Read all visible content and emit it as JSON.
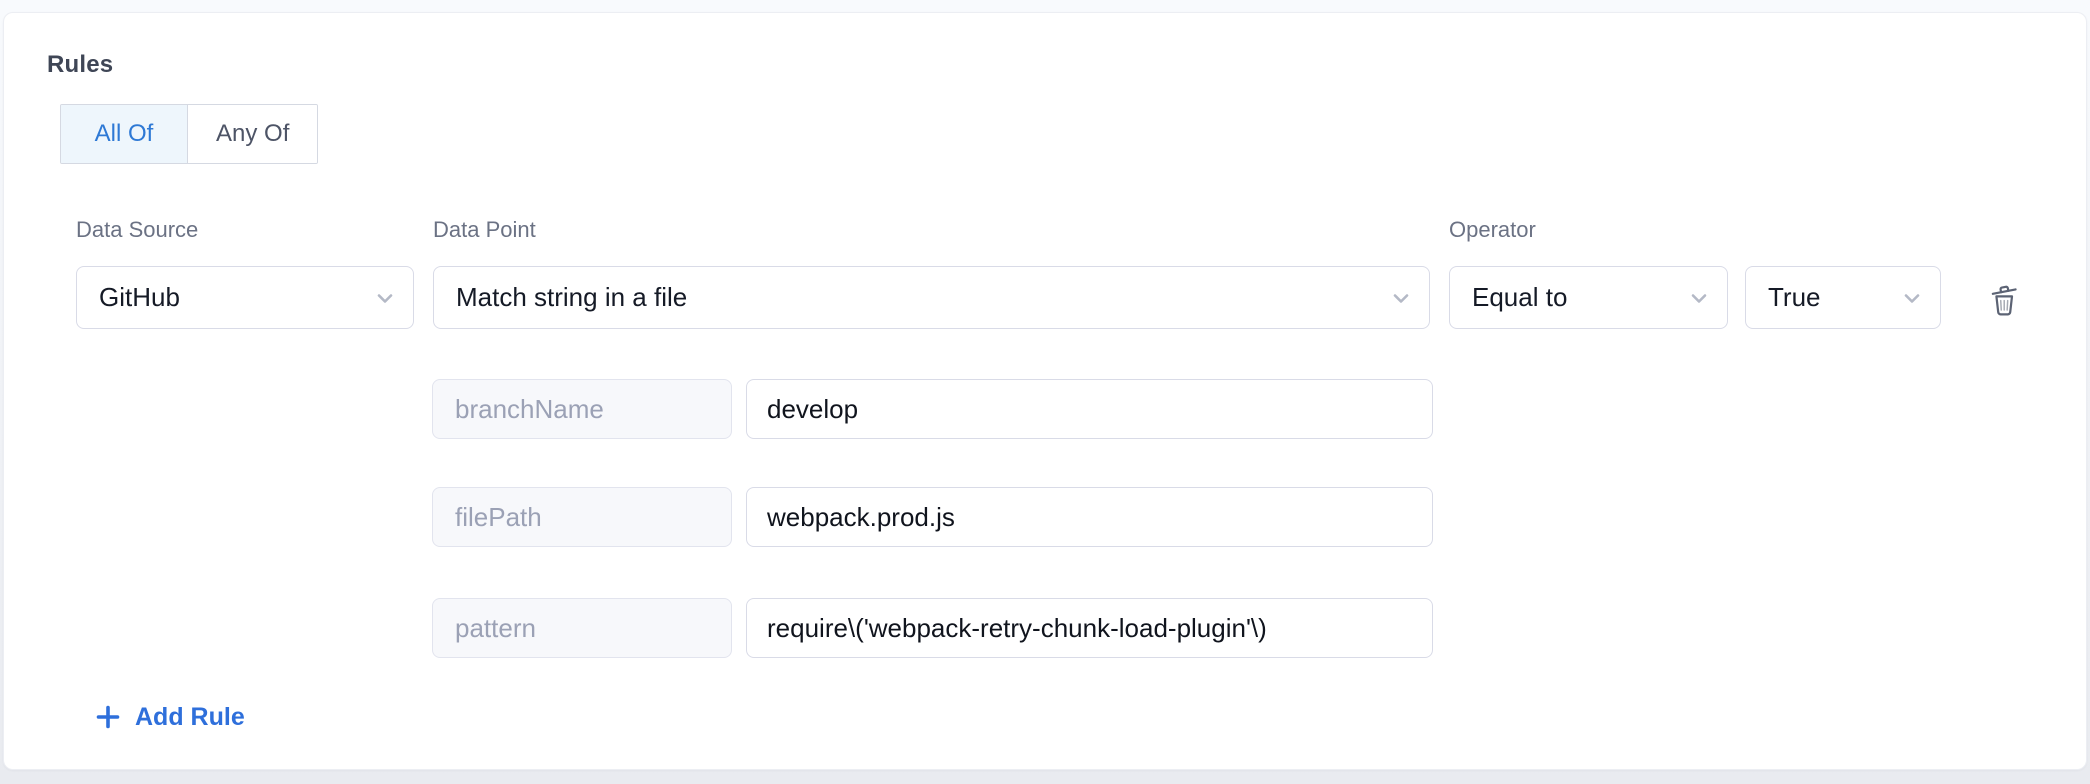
{
  "panel": {
    "title": "Rules"
  },
  "match_mode": {
    "all_of": "All Of",
    "any_of": "Any Of",
    "selected": "All Of"
  },
  "rule": {
    "data_source_label": "Data Source",
    "data_source_value": "GitHub",
    "data_point_label": "Data Point",
    "data_point_value": "Match string in a file",
    "operator_label": "Operator",
    "operator_value": "Equal to",
    "operand_value": "True",
    "params": [
      {
        "key": "branchName",
        "value": "develop"
      },
      {
        "key": "filePath",
        "value": "webpack.prod.js"
      },
      {
        "key": "pattern",
        "value": "require\\('webpack-retry-chunk-load-plugin'\\)"
      }
    ]
  },
  "actions": {
    "add_rule_label": "Add Rule"
  },
  "icons": {
    "delete": "trash-icon",
    "dropdown": "chevron-down-icon",
    "add": "plus-icon"
  },
  "colors": {
    "accent_blue": "#2e6fdb",
    "selected_segment_text": "#2e79d5",
    "selected_segment_bg": "#eef6fc",
    "card_bg": "#ffffff",
    "input_border": "#d9dbe7",
    "key_box_bg": "#f7f8fb",
    "label_gray": "#6b7284",
    "trash_gray": "#5c6374"
  }
}
